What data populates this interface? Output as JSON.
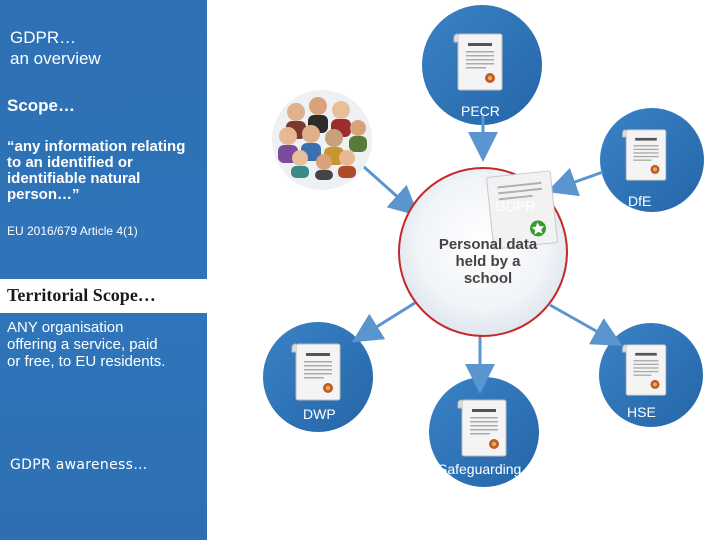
{
  "sidebar": {
    "title": "GDPR…\nan overview",
    "scope_heading": "Scope…",
    "quote": "“any information relating\nto an identified or\nidentifiable natural\nperson…”",
    "citation": "EU 2016/679  Article 4(1)",
    "territorial_heading": "Territorial Scope…",
    "territorial_text": "ANY organisation\noffering a service, paid\nor free, to EU residents.",
    "footer": "GDPR awareness…"
  },
  "diagram": {
    "center": "Personal data\nheld by a\nschool",
    "nodes": {
      "pecr": "PECR",
      "gdpr": "GDPR",
      "dfe": "DfE",
      "dwp": "DWP",
      "hse": "HSE",
      "safeguarding": "Safeguarding"
    }
  },
  "colors": {
    "sidebar": "#2f73b7",
    "circle_ring": "#c62828",
    "arrow": "#5b95cf",
    "tile": "#2f74b8"
  }
}
